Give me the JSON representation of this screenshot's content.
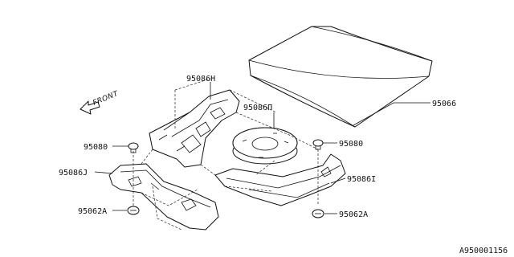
{
  "diagram": {
    "orientation": {
      "label": "FRONT"
    },
    "parts": [
      {
        "id": "95066",
        "label": "95066",
        "name": "trunk floor mat"
      },
      {
        "id": "95086H",
        "label": "95086H",
        "name": "floor plate rear"
      },
      {
        "id": "95086D",
        "label": "95086Π",
        "name": "spare tire spacer"
      },
      {
        "id": "95080a",
        "label": "95080",
        "name": "clip left"
      },
      {
        "id": "95080b",
        "label": "95080",
        "name": "clip right"
      },
      {
        "id": "95086J",
        "label": "95086J",
        "name": "floor plate front left"
      },
      {
        "id": "95086I",
        "label": "95086I",
        "name": "floor plate front right"
      },
      {
        "id": "95062Aa",
        "label": "95062A",
        "name": "fastener left"
      },
      {
        "id": "95062Ab",
        "label": "95062A",
        "name": "fastener right"
      }
    ],
    "reference_number": "A950001156"
  }
}
